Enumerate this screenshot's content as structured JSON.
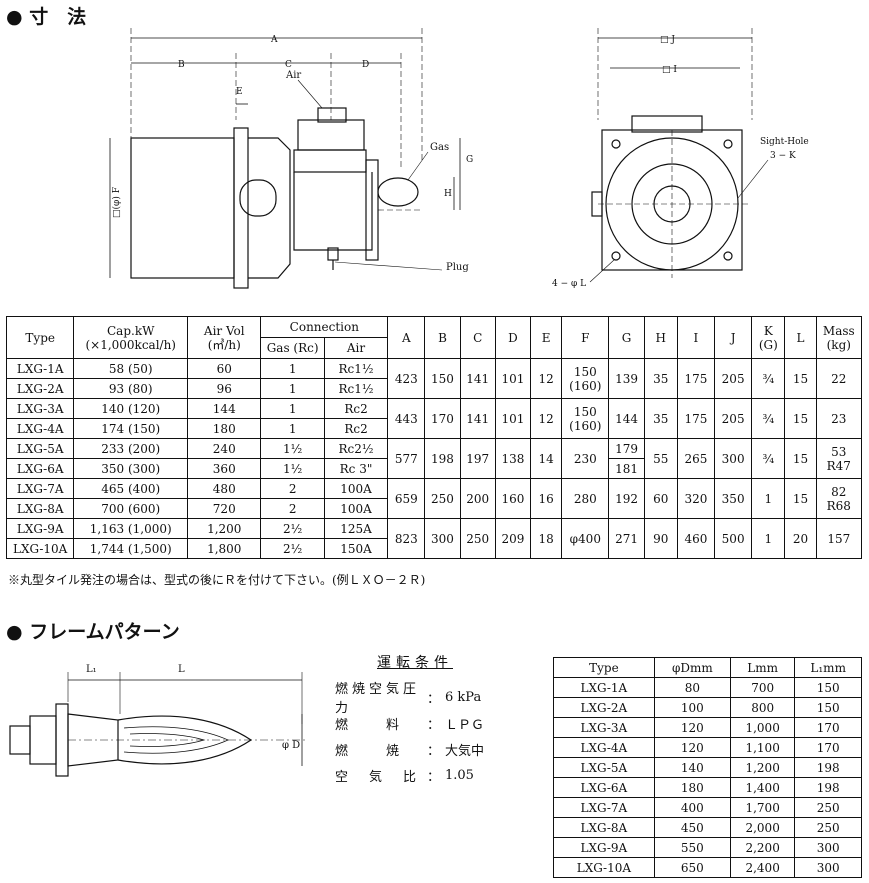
{
  "section1": {
    "bullet": "●",
    "title": "寸　法"
  },
  "diagram_labels": {
    "A": "A",
    "B": "B",
    "C": "C",
    "D": "D",
    "E": "E",
    "G": "G",
    "H": "H",
    "F": "□(φ) F",
    "air": "Air",
    "gas": "Gas",
    "plug": "Plug",
    "J": "□ J",
    "I": "□ I",
    "sight_hole": "Sight-Hole",
    "sight_k": "3 − K",
    "bolt": "4 − φ L"
  },
  "spec_table": {
    "headers": {
      "type": "Type",
      "cap": "Cap.kW",
      "cap_unit": "(×1,000kcal/h)",
      "airvol": "Air Vol",
      "airvol_unit": "(㎥/h)",
      "connection": "Connection",
      "gas": "Gas (Rc)",
      "air": "Air",
      "A": "A",
      "B": "B",
      "C": "C",
      "D": "D",
      "E": "E",
      "F": "F",
      "G": "G",
      "H": "H",
      "I": "I",
      "J": "J",
      "K": "K",
      "K_unit": "(G)",
      "L": "L",
      "mass": "Mass",
      "mass_unit": "(kg)"
    },
    "rows": [
      {
        "type": "LXG-1A",
        "cap": "58 (50)",
        "airvol": "60",
        "gas": "1",
        "air": "Rc1½"
      },
      {
        "type": "LXG-2A",
        "cap": "93 (80)",
        "airvol": "96",
        "gas": "1",
        "air": "Rc1½"
      },
      {
        "type": "LXG-3A",
        "cap": "140 (120)",
        "airvol": "144",
        "gas": "1",
        "air": "Rc2"
      },
      {
        "type": "LXG-4A",
        "cap": "174 (150)",
        "airvol": "180",
        "gas": "1",
        "air": "Rc2"
      },
      {
        "type": "LXG-5A",
        "cap": "233 (200)",
        "airvol": "240",
        "gas": "1½",
        "air": "Rc2½"
      },
      {
        "type": "LXG-6A",
        "cap": "350 (300)",
        "airvol": "360",
        "gas": "1½",
        "air": "Rc 3\""
      },
      {
        "type": "LXG-7A",
        "cap": "465 (400)",
        "airvol": "480",
        "gas": "2",
        "air": "100A"
      },
      {
        "type": "LXG-8A",
        "cap": "700 (600)",
        "airvol": "720",
        "gas": "2",
        "air": "100A"
      },
      {
        "type": "LXG-9A",
        "cap": "1,163 (1,000)",
        "airvol": "1,200",
        "gas": "2½",
        "air": "125A"
      },
      {
        "type": "LXG-10A",
        "cap": "1,744 (1,500)",
        "airvol": "1,800",
        "gas": "2½",
        "air": "150A"
      }
    ],
    "groups": [
      {
        "A": "423",
        "B": "150",
        "C": "141",
        "D": "101",
        "E": "12",
        "F1": "150",
        "F2": "(160)",
        "G": "139",
        "H": "35",
        "I": "175",
        "J": "205",
        "K": "¾",
        "L": "15",
        "mass": "22"
      },
      {
        "A": "443",
        "B": "170",
        "C": "141",
        "D": "101",
        "E": "12",
        "F1": "150",
        "F2": "(160)",
        "G": "144",
        "H": "35",
        "I": "175",
        "J": "205",
        "K": "¾",
        "L": "15",
        "mass": "23"
      },
      {
        "A": "577",
        "B": "198",
        "C": "197",
        "D": "138",
        "E": "14",
        "F1": "230",
        "G_a": "179",
        "G_b": "181",
        "H": "55",
        "I": "265",
        "J": "300",
        "K": "¾",
        "L": "15",
        "mass_a": "53",
        "mass_b": "R47"
      },
      {
        "A": "659",
        "B": "250",
        "C": "200",
        "D": "160",
        "E": "16",
        "F1": "280",
        "G": "192",
        "H": "60",
        "I": "320",
        "J": "350",
        "K": "1",
        "L": "15",
        "mass_a": "82",
        "mass_b": "R68"
      },
      {
        "A": "823",
        "B": "300",
        "C": "250",
        "D": "209",
        "E": "18",
        "F1": "φ400",
        "G": "271",
        "H": "90",
        "I": "460",
        "J": "500",
        "K": "1",
        "L": "20",
        "mass": "157"
      }
    ]
  },
  "note": "※丸型タイル発注の場合は、型式の後にＲを付けて下さい。(例ＬＸＯ－２Ｒ)",
  "section2": {
    "bullet": "●",
    "title": "フレームパターン"
  },
  "flame_diagram": {
    "L1": "L₁",
    "L": "L",
    "D": "φ D"
  },
  "operating_conditions": {
    "title": "運転条件",
    "rows": [
      {
        "key": "燃焼空気圧力",
        "value": "6 kPa"
      },
      {
        "key": "燃　　料",
        "value": "ＬＰＧ"
      },
      {
        "key": "燃　　焼",
        "value": "大気中"
      },
      {
        "key": "空　気　比",
        "value": "1.05"
      }
    ]
  },
  "flame_table": {
    "headers": {
      "type": "Type",
      "d": "φDmm",
      "l": "Lmm",
      "l1": "L₁mm"
    },
    "rows": [
      {
        "type": "LXG-1A",
        "d": "80",
        "l": "700",
        "l1": "150"
      },
      {
        "type": "LXG-2A",
        "d": "100",
        "l": "800",
        "l1": "150"
      },
      {
        "type": "LXG-3A",
        "d": "120",
        "l": "1,000",
        "l1": "170"
      },
      {
        "type": "LXG-4A",
        "d": "120",
        "l": "1,100",
        "l1": "170"
      },
      {
        "type": "LXG-5A",
        "d": "140",
        "l": "1,200",
        "l1": "198"
      },
      {
        "type": "LXG-6A",
        "d": "180",
        "l": "1,400",
        "l1": "198"
      },
      {
        "type": "LXG-7A",
        "d": "400",
        "l": "1,700",
        "l1": "250"
      },
      {
        "type": "LXG-8A",
        "d": "450",
        "l": "2,000",
        "l1": "250"
      },
      {
        "type": "LXG-9A",
        "d": "550",
        "l": "2,200",
        "l1": "300"
      },
      {
        "type": "LXG-10A",
        "d": "650",
        "l": "2,400",
        "l1": "300"
      }
    ]
  }
}
